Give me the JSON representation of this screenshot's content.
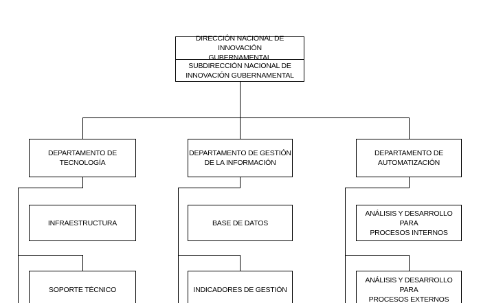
{
  "direccion": {
    "line1": "DIRECCIÓN NACIONAL DE INNOVACIÓN",
    "line2": "GUBERNAMENTAL"
  },
  "subdireccion": {
    "line1": "SUBDIRECCIÓN NACIONAL DE",
    "line2": "INNOVACIÓN GUBERNAMENTAL"
  },
  "departamentos": {
    "tecnologia": {
      "line1": "DEPARTAMENTO DE",
      "line2": "TECNOLOGÍA",
      "units": {
        "infraestructura": "INFRAESTRUCTURA",
        "soporte": "SOPORTE TÉCNICO"
      }
    },
    "gestion_informacion": {
      "line1": "DEPARTAMENTO DE GESTIÓN",
      "line2": "DE LA INFORMACIÓN",
      "units": {
        "base_datos": "BASE DE DATOS",
        "indicadores": "INDICADORES DE GESTIÓN"
      }
    },
    "automatizacion": {
      "line1": "DEPARTAMENTO DE",
      "line2": "AUTOMATIZACIÓN",
      "units": {
        "procesos_internos": {
          "line1": "ANÁLISIS Y DESARROLLO PARA",
          "line2": "PROCESOS INTERNOS"
        },
        "procesos_externos": {
          "line1": "ANÁLISIS Y DESARROLLO PARA",
          "line2": "PROCESOS EXTERNOS"
        }
      }
    }
  }
}
